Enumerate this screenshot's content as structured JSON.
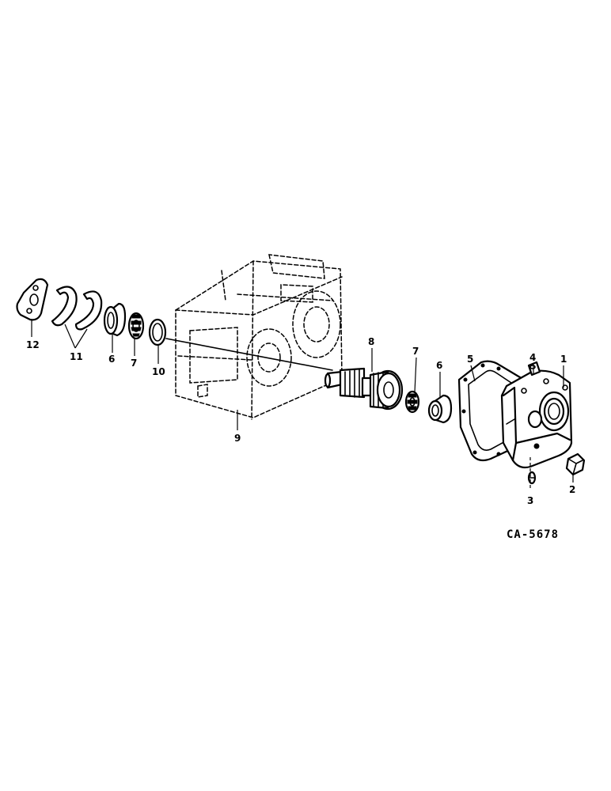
{
  "diagram": {
    "drawing_code": "CA-5678",
    "callouts": [
      {
        "id": "c1",
        "text": "1"
      },
      {
        "id": "c2",
        "text": "2"
      },
      {
        "id": "c3",
        "text": "3"
      },
      {
        "id": "c4",
        "text": "4"
      },
      {
        "id": "c5",
        "text": "5"
      },
      {
        "id": "c6a",
        "text": "6"
      },
      {
        "id": "c6b",
        "text": "6"
      },
      {
        "id": "c7a",
        "text": "7"
      },
      {
        "id": "c7b",
        "text": "7"
      },
      {
        "id": "c8",
        "text": "8"
      },
      {
        "id": "c9",
        "text": "9"
      },
      {
        "id": "c10",
        "text": "10"
      },
      {
        "id": "c11",
        "text": "11"
      },
      {
        "id": "c12",
        "text": "12"
      }
    ]
  }
}
